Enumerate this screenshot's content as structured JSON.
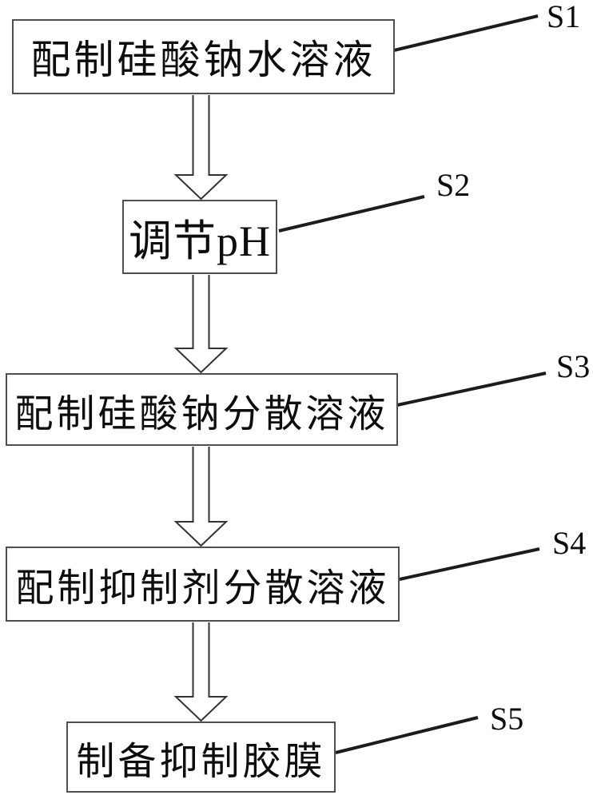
{
  "figure": {
    "type": "flowchart",
    "background_color": "#ffffff",
    "box_border_color": "#4f4f4f",
    "line_color": "#1c1c1c",
    "text_color": "#0d0d0d",
    "steps": [
      {
        "id": "S1",
        "label": "配制硅酸钠水溶液"
      },
      {
        "id": "S2",
        "label": "调节pH"
      },
      {
        "id": "S3",
        "label": "配制硅酸钠分散溶液"
      },
      {
        "id": "S4",
        "label": "配制抑制剂分散溶液"
      },
      {
        "id": "S5",
        "label": "制备抑制胶膜"
      }
    ],
    "flow": "S1 -> S2 -> S3 -> S4 -> S5"
  }
}
